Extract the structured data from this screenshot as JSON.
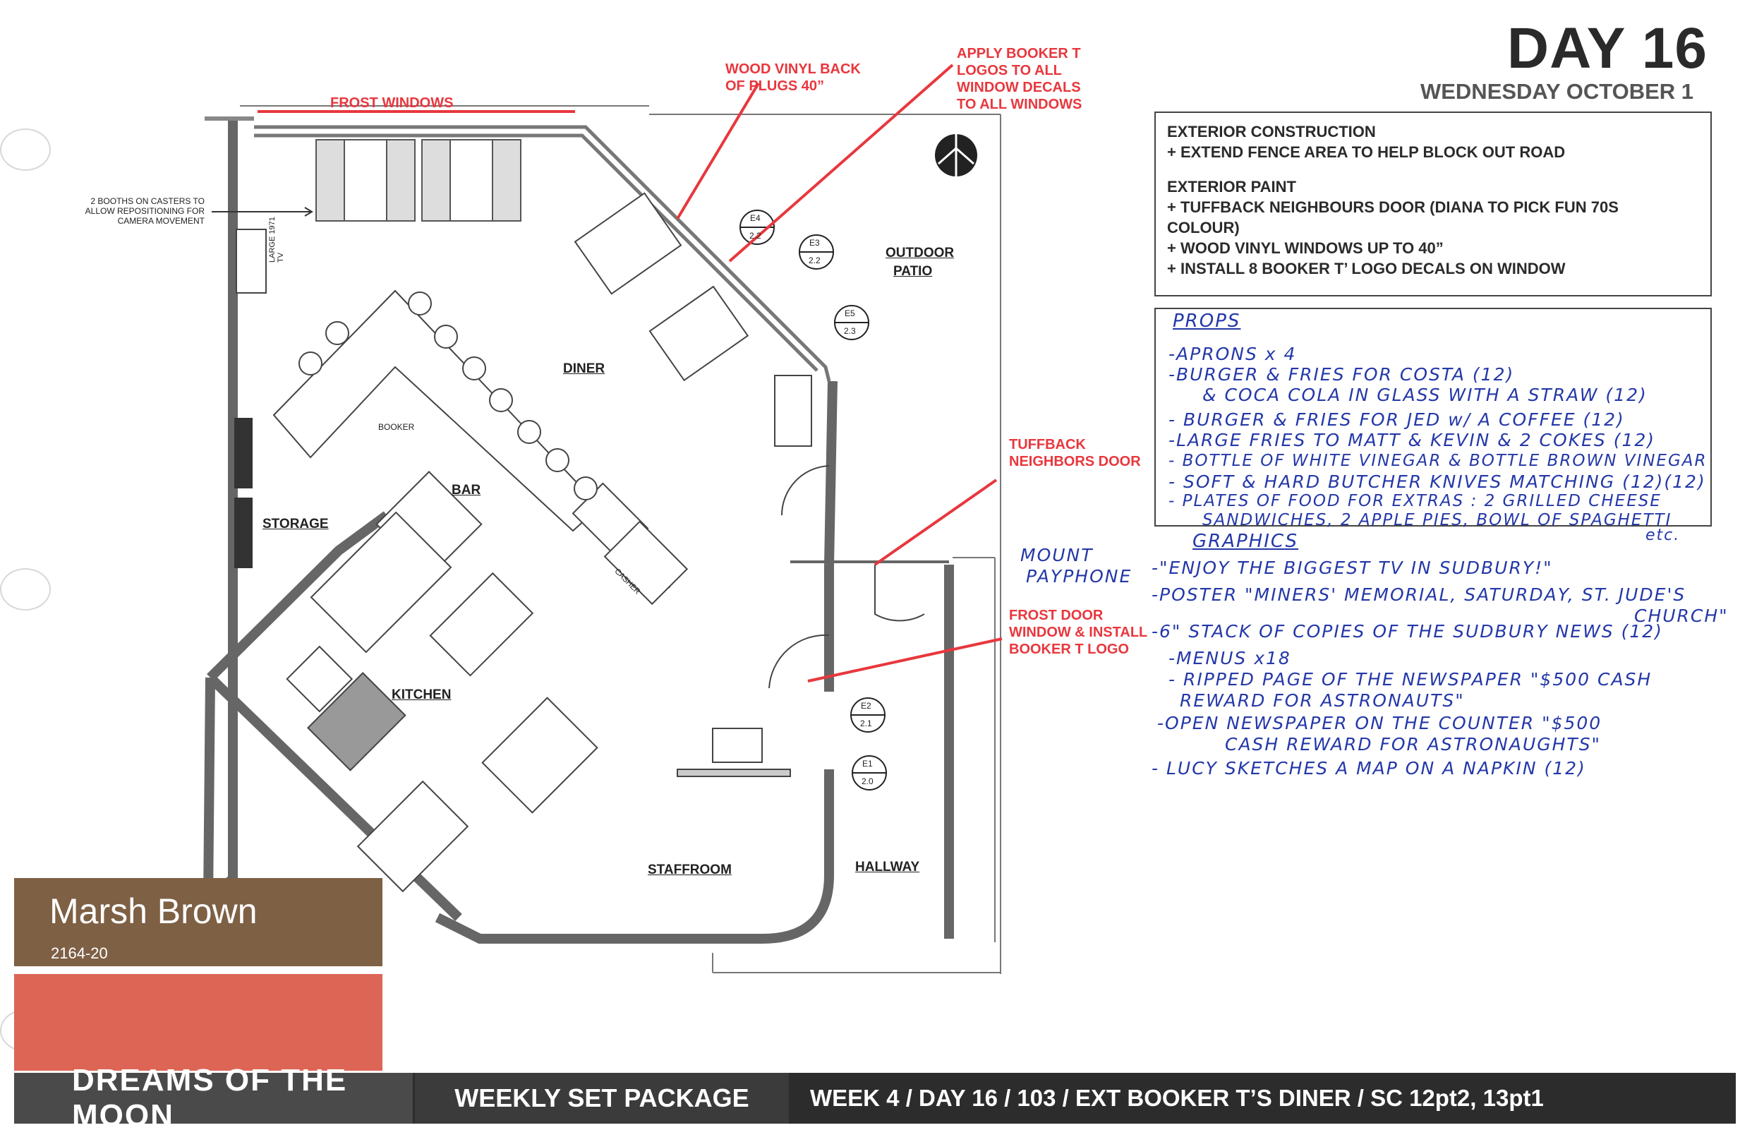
{
  "header": {
    "day": "DAY 16",
    "date": "WEDNESDAY OCTOBER 1"
  },
  "exterior_notes": {
    "construction_title": "EXTERIOR CONSTRUCTION",
    "construction_items": [
      "+ EXTEND FENCE AREA TO HELP BLOCK OUT ROAD"
    ],
    "paint_title": "EXTERIOR PAINT",
    "paint_items": [
      "+ TUFFBACK NEIGHBOURS DOOR (DIANA TO PICK FUN 70S",
      "COLOUR)",
      "+ WOOD VINYL WINDOWS UP TO 40”",
      "+ INSTALL 8 BOOKER T’ LOGO DECALS ON WINDOW"
    ]
  },
  "props": {
    "title": "PROPS",
    "items": [
      "-APRONS x 4",
      "-BURGER & FRIES FOR COSTA (12)",
      "& COCA COLA IN GLASS WITH A STRAW (12)",
      "- BURGER & FRIES FOR JED w/ A COFFEE (12)",
      "-LARGE FRIES TO MATT & KEVIN & 2 COKES (12)",
      "- BOTTLE OF WHITE VINEGAR & BOTTLE BROWN VINEGAR",
      "- SOFT & HARD BUTCHER KNIVES MATCHING (12)(12)",
      "- PLATES OF FOOD FOR EXTRAS : 2 GRILLED CHEESE",
      "SANDWICHES, 2 APPLE PIES, BOWL OF SPAGHETTI",
      "etc."
    ]
  },
  "graphics": {
    "title": "GRAPHICS",
    "mount_payphone": [
      "MOUNT",
      "PAYPHONE"
    ],
    "items": [
      "-\"ENJOY THE BIGGEST TV IN SUDBURY!\"",
      "-POSTER \"MINERS' MEMORIAL, SATURDAY, ST. JUDE'S",
      "CHURCH\"",
      "-6\" STACK OF COPIES OF THE SUDBURY NEWS (12)",
      "-MENUS x18",
      "- RIPPED PAGE OF THE NEWSPAPER \"$500 CASH",
      "REWARD FOR ASTRONAUTS\"",
      "-OPEN NEWSPAPER ON THE COUNTER \"$500",
      "CASH REWARD FOR ASTRONAUGHTS\"",
      "- LUCY SKETCHES A MAP ON A NAPKIN (12)"
    ]
  },
  "callouts": {
    "frost_windows": "FROST WINDOWS",
    "wood_vinyl": [
      "WOOD VINYL BACK",
      "OF PLUGS 40”"
    ],
    "apply_logos": [
      "APPLY BOOKER T",
      "LOGOS TO ALL",
      "WINDOW DECALS",
      "TO ALL WINDOWS"
    ],
    "tuffback": [
      "TUFFBACK",
      "NEIGHBORS DOOR"
    ],
    "frost_door": [
      "FROST DOOR",
      "WINDOW & INSTALL",
      "BOOKER T LOGO"
    ]
  },
  "plan": {
    "rooms": {
      "diner": "DINER",
      "bar": "BAR",
      "storage": "STORAGE",
      "kitchen": "KITCHEN",
      "staffroom": "STAFFROOM",
      "hallway": "HALLWAY",
      "outdoor1": "OUTDOOR",
      "outdoor2": "PATIO"
    },
    "booths_note": [
      "2 BOOTHS ON CASTERS TO",
      "ALLOW REPOSITIONING FOR",
      "CAMERA MOVEMENT"
    ],
    "tv_label": [
      "LARGE 1971",
      "TV"
    ],
    "booker": "BOOKER",
    "casher": "CASHER",
    "markers": [
      {
        "id": "E4",
        "num": "2.2"
      },
      {
        "id": "E3",
        "num": "2.2"
      },
      {
        "id": "E5",
        "num": "2.3"
      },
      {
        "id": "E2",
        "num": "2.1"
      },
      {
        "id": "E1",
        "num": "2.0"
      }
    ]
  },
  "branding": {
    "name": "Marsh Brown",
    "code": "2164-20"
  },
  "footer": {
    "show": "DREAMS OF THE MOON",
    "package": "WEEKLY SET PACKAGE",
    "week": "WEEK 4 / DAY 16 / 103 / EXT BOOKER T’S DINER / SC 12pt2, 13pt1"
  },
  "colors": {
    "annotation_red": "#e8373d",
    "handwriting_blue": "#2438a8",
    "brand_brown": "#7e6045",
    "brand_red": "#dd6555",
    "wall_gray": "#777777"
  }
}
